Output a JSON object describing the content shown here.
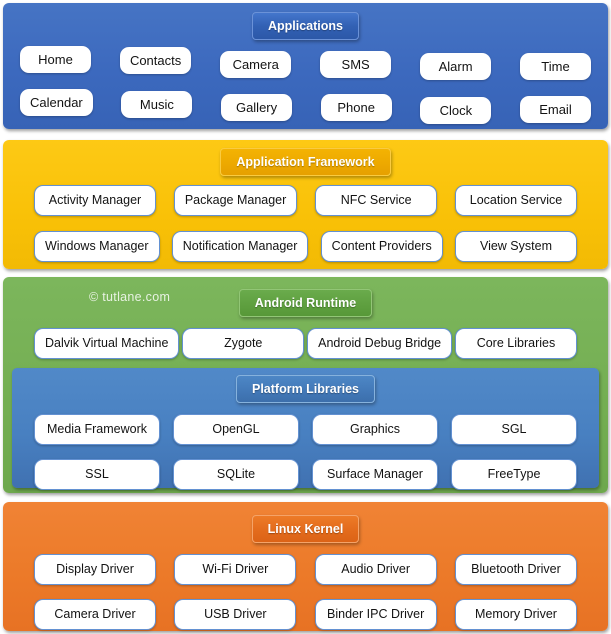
{
  "watermark": "© tutlane.com",
  "colors": {
    "applications_bg": "#3C69BE",
    "applications_title": "#3261B4",
    "framework_bg": "#F9C107",
    "framework_title": "#EDA900",
    "runtime_bg": "#74AE52",
    "runtime_title": "#5FA040",
    "platform_bg": "#4880C1",
    "platform_title": "#4379B8",
    "kernel_bg": "#EC7A29",
    "kernel_title": "#E36B1C",
    "box_bg": "#FFFFFF",
    "box_border": "#6391D2",
    "box_text": "#131313",
    "title_text": "#FFFFFF"
  },
  "applications": {
    "title": "Applications",
    "row1": [
      "Home",
      "Contacts",
      "Camera",
      "SMS",
      "Alarm",
      "Time"
    ],
    "row2": [
      "Calendar",
      "Music",
      "Gallery",
      "Phone",
      "Clock",
      "Email"
    ]
  },
  "framework": {
    "title": "Application Framework",
    "row1": [
      "Activity Manager",
      "Package Manager",
      "NFC Service",
      "Location Service"
    ],
    "row2": [
      "Windows Manager",
      "Notification Manager",
      "Content Providers",
      "View System"
    ]
  },
  "runtime": {
    "title": "Android Runtime",
    "row1": [
      "Dalvik Virtual Machine",
      "Zygote",
      "Android Debug Bridge",
      "Core Libraries"
    ]
  },
  "platform": {
    "title": "Platform Libraries",
    "row1": [
      "Media Framework",
      "OpenGL",
      "Graphics",
      "SGL"
    ],
    "row2": [
      "SSL",
      "SQLite",
      "Surface Manager",
      "FreeType"
    ]
  },
  "kernel": {
    "title": "Linux Kernel",
    "row1": [
      "Display Driver",
      "Wi-Fi Driver",
      "Audio Driver",
      "Bluetooth Driver"
    ],
    "row2": [
      "Camera Driver",
      "USB Driver",
      "Binder IPC Driver",
      "Memory Driver"
    ]
  }
}
